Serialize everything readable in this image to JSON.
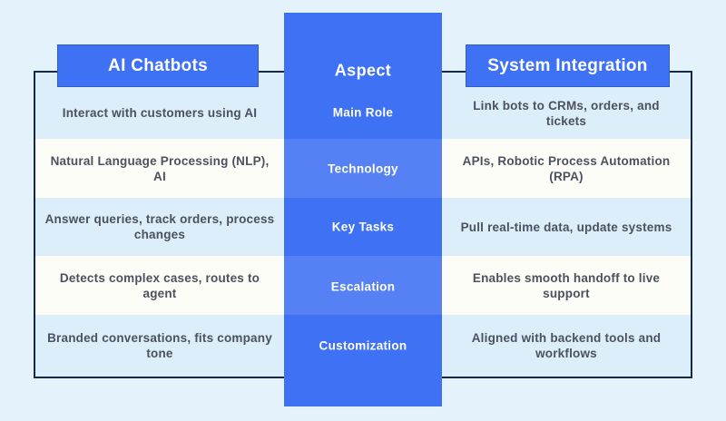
{
  "title": "AI Chatbots vs System Integration comparison",
  "colors": {
    "page_bg": "#e4f2fb",
    "row_light": "#dceef9",
    "row_white": "#fdfdf7",
    "primary_blue": "#3e71f3",
    "primary_blue_light": "#5581f4",
    "frame_navy": "#152844",
    "body_text": "#4b515e",
    "header_text": "#ffffff"
  },
  "headers": {
    "left": "AI Chatbots",
    "center": "Aspect",
    "right": "System Integration"
  },
  "rows": [
    {
      "aspect": "Main Role",
      "chatbots": "Interact with customers using AI",
      "integration": "Link bots to CRMs, orders, and\ntickets"
    },
    {
      "aspect": "Technology",
      "chatbots": "Natural Language Processing (NLP),\nAI",
      "integration": "APIs, Robotic Process Automation\n(RPA)"
    },
    {
      "aspect": "Key Tasks",
      "chatbots": "Answer queries, track orders, process\nchanges",
      "integration": "Pull real-time data, update systems"
    },
    {
      "aspect": "Escalation",
      "chatbots": "Detects complex cases, routes to\nagent",
      "integration": "Enables smooth handoff to live\nsupport"
    },
    {
      "aspect": "Customization",
      "chatbots": "Branded conversations, fits company\ntone",
      "integration": "Aligned with backend tools and\nworkflows"
    }
  ]
}
